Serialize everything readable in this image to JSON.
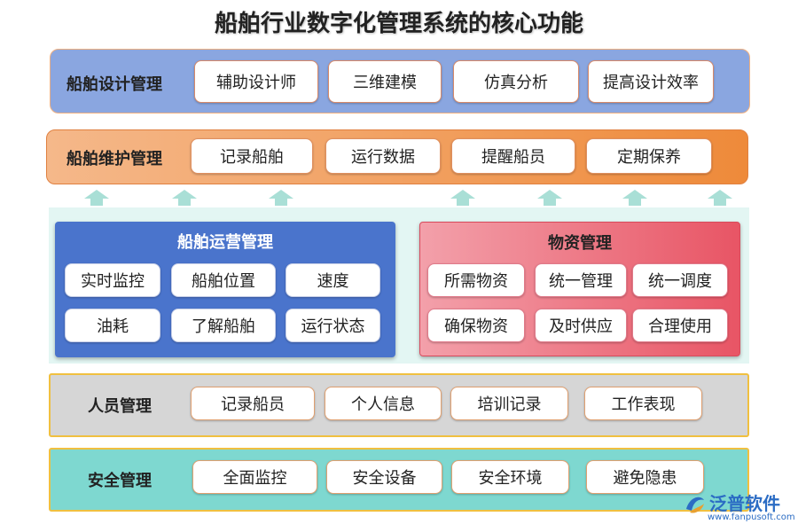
{
  "title": "船舶行业数字化管理系统的核心功能",
  "design": {
    "label": "船舶设计管理",
    "items": [
      "辅助设计师",
      "三维建模",
      "仿真分析",
      "提高设计效率"
    ]
  },
  "maintenance": {
    "label": "船舶维护管理",
    "items": [
      "记录船舶",
      "运行数据",
      "提醒船员",
      "定期保养"
    ]
  },
  "operations": {
    "label": "船舶运营管理",
    "items": [
      "实时监控",
      "船舶位置",
      "速度",
      "油耗",
      "了解船舶",
      "运行状态"
    ]
  },
  "materials": {
    "label": "物资管理",
    "items": [
      "所需物资",
      "统一管理",
      "统一调度",
      "确保物资",
      "及时供应",
      "合理使用"
    ]
  },
  "personnel": {
    "label": "人员管理",
    "items": [
      "记录船员",
      "个人信息",
      "培训记录",
      "工作表现"
    ]
  },
  "safety": {
    "label": "安全管理",
    "items": [
      "全面监控",
      "安全设备",
      "安全环境",
      "避免隐患"
    ]
  },
  "logo": {
    "name": "泛普软件",
    "url": "www.fanpusoft.com"
  },
  "colors": {
    "design_band": "#8aa6e0",
    "maintenance_band": "#f09a55",
    "operations_panel": "#4a74cc",
    "materials_panel": "#ec7585",
    "personnel_band": "#d6d6d6",
    "safety_band": "#7ed8d0",
    "arrow": "#a9dfd6"
  }
}
